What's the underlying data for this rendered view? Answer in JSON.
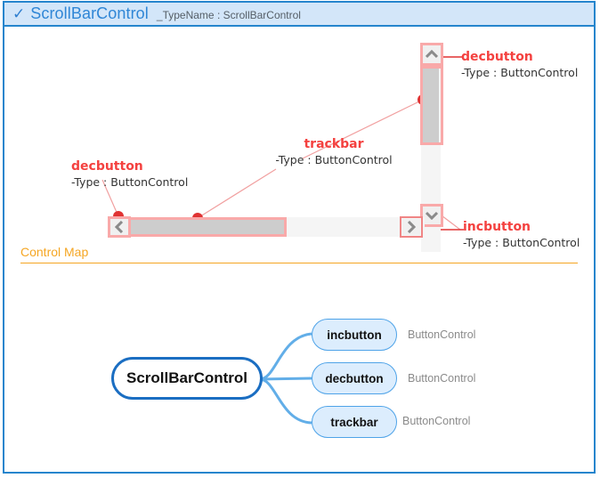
{
  "header": {
    "check_icon": "check-icon",
    "title": "ScrollBarControl",
    "subtitle": "_TypeName : ScrollBarControl"
  },
  "annotations": [
    {
      "id": "decbutton-vertical",
      "name": "decbutton",
      "type": "-Type : ButtonControl"
    },
    {
      "id": "trackbar",
      "name": "trackbar",
      "type": "-Type : ButtonControl"
    },
    {
      "id": "decbutton-horizontal",
      "name": "decbutton",
      "type": "-Type : ButtonControl"
    },
    {
      "id": "incbutton",
      "name": "incbutton",
      "type": "-Type : ButtonControl"
    }
  ],
  "scrollbars": {
    "vertical": {
      "dec_arrow": "chevron-up-icon",
      "inc_arrow": "chevron-down-icon",
      "thumb": "vertical-thumb"
    },
    "horizontal": {
      "dec_arrow": "chevron-left-icon",
      "inc_arrow": "chevron-right-icon",
      "thumb": "horizontal-thumb"
    }
  },
  "section": {
    "title": "Control Map"
  },
  "control_map": {
    "root": "ScrollBarControl",
    "children": [
      {
        "label": "incbutton",
        "type": "ButtonControl"
      },
      {
        "label": "decbutton",
        "type": "ButtonControl"
      },
      {
        "label": "trackbar",
        "type": "ButtonControl"
      }
    ]
  },
  "colors": {
    "accent_blue": "#2585cd",
    "title_blue": "#2f86d6",
    "callout_red": "#f4413f",
    "highlight_pink": "#f9a9a9",
    "section_orange": "#f5a623",
    "node_blue": "#1b6ec2",
    "child_fill": "#dcedfd"
  }
}
